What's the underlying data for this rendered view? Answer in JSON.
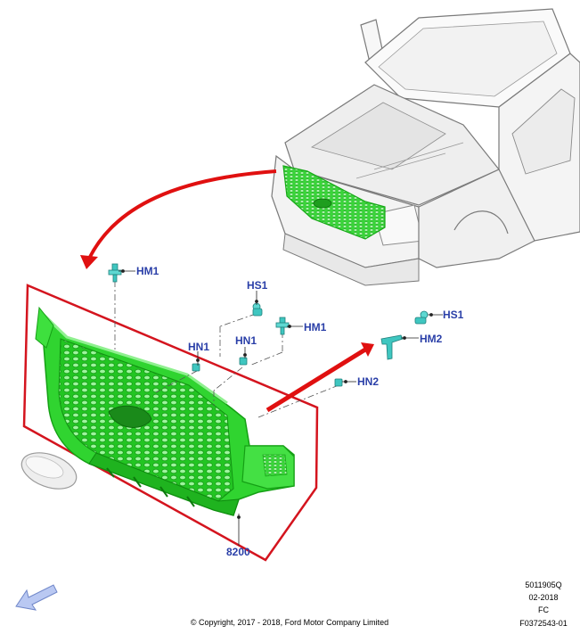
{
  "callouts": {
    "hm1_top": "HM1",
    "hs1_center": "HS1",
    "hm1_center": "HM1",
    "hn1_left": "HN1",
    "hn1_right": "HN1",
    "hs1_right": "HS1",
    "hm2": "HM2",
    "hn2": "HN2",
    "grille": "8200"
  },
  "meta": {
    "doc_code": "5011905Q",
    "date": "02-2018",
    "fc": "FC",
    "figure_id": "F0372543-01"
  },
  "copyright": "© Copyright, 2017 - 2018, Ford Motor Company Limited",
  "colors": {
    "highlight_green": "#2ee02e",
    "arrow_red": "#e01010",
    "frame_red": "#d4141e",
    "clip_cyan": "#3fc6c0",
    "callout_blue": "#2a3fa8"
  },
  "icons": {
    "nav": "back-arrow-icon"
  }
}
